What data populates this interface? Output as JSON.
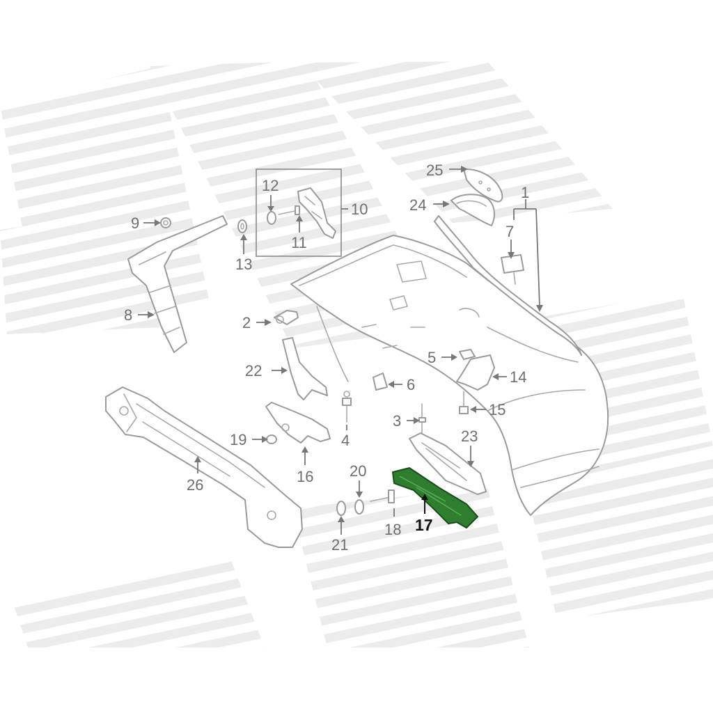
{
  "diagram": {
    "highlighted_part": "17",
    "highlight_color": "#2f7d2f",
    "callouts": {
      "c1": "1",
      "c2": "2",
      "c3": "3",
      "c4": "4",
      "c5": "5",
      "c6": "6",
      "c7": "7",
      "c8": "8",
      "c9": "9",
      "c10": "10",
      "c11": "11",
      "c12": "12",
      "c13": "13",
      "c14": "14",
      "c15": "15",
      "c16": "16",
      "c17": "17",
      "c18": "18",
      "c19": "19",
      "c20": "20",
      "c21": "21",
      "c22": "22",
      "c23": "23",
      "c24": "24",
      "c25": "25",
      "c26": "26"
    }
  }
}
